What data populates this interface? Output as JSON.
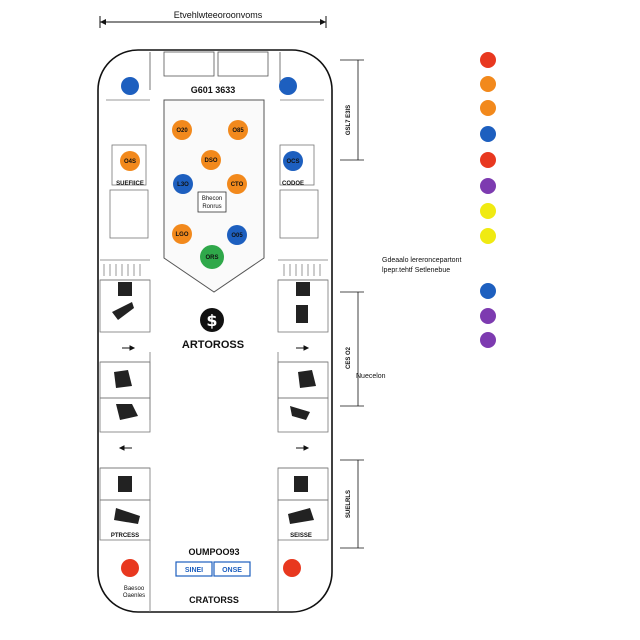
{
  "top_dimension_label": "Etvehlwteeoroonvoms",
  "right_dim_top": "GSL7 E3IS",
  "right_dim_mid": "CES O2",
  "right_dim_bot": "SUELRLS",
  "right_note_mid": "Nuecelon",
  "top_label": "G601 3633",
  "left_upper_label": "SUEFIICE",
  "right_upper_label": "CODOE",
  "center_box_text": [
    "Bhecon",
    "Ronrus"
  ],
  "green_circle_label": "ORS",
  "logo_text": "ARTOROSS",
  "left_lower_label": "PTRCESS",
  "right_lower_label": "SEISSE",
  "bottom_center_label": "OUMPOO93",
  "bottom_box_left": "SINEI",
  "bottom_box_right": "ONSE",
  "bottom_left_text": [
    "Baesoo",
    "Oaenles"
  ],
  "bottom_label": "CRATORSS",
  "legend_caption": [
    "Gdeaalo lereroncepartont",
    "lpepr.tehtf Setlenebue"
  ],
  "colors": {
    "orange": "#f2891c",
    "blue": "#1d5fbf",
    "red": "#e8381f",
    "purple": "#7d3bb0",
    "yellow": "#f0ea12",
    "green": "#2fa84a"
  },
  "inner_circles": [
    {
      "color": "orange",
      "label": "O20"
    },
    {
      "color": "orange",
      "label": "O85"
    },
    {
      "color": "orange",
      "label": "O4S"
    },
    {
      "color": "orange",
      "label": "DSO"
    },
    {
      "color": "blue",
      "label": "OCS"
    },
    {
      "color": "blue",
      "label": "L3O"
    },
    {
      "color": "orange",
      "label": "CTO"
    },
    {
      "color": "orange",
      "label": "LGO"
    },
    {
      "color": "blue",
      "label": "O05"
    }
  ],
  "corner_circles": [
    "blue",
    "blue",
    "red",
    "red"
  ],
  "legend_dots": [
    "red",
    "orange",
    "orange",
    "blue",
    "red",
    "purple",
    "yellow",
    "yellow",
    "blue",
    "purple",
    "purple"
  ]
}
